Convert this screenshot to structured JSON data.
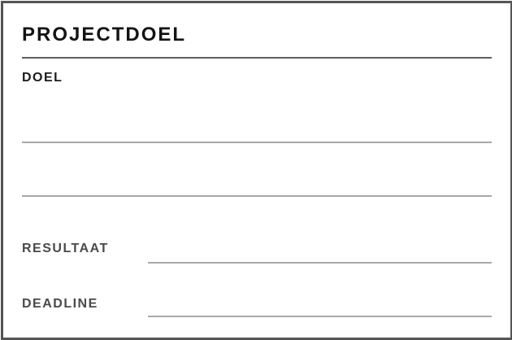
{
  "form": {
    "title": "PROJECTDOEL",
    "fields": {
      "doel": {
        "label": "DOEL",
        "value": ""
      },
      "resultaat": {
        "label": "RESULTAAT",
        "value": ""
      },
      "deadline": {
        "label": "DEADLINE",
        "value": ""
      }
    }
  }
}
